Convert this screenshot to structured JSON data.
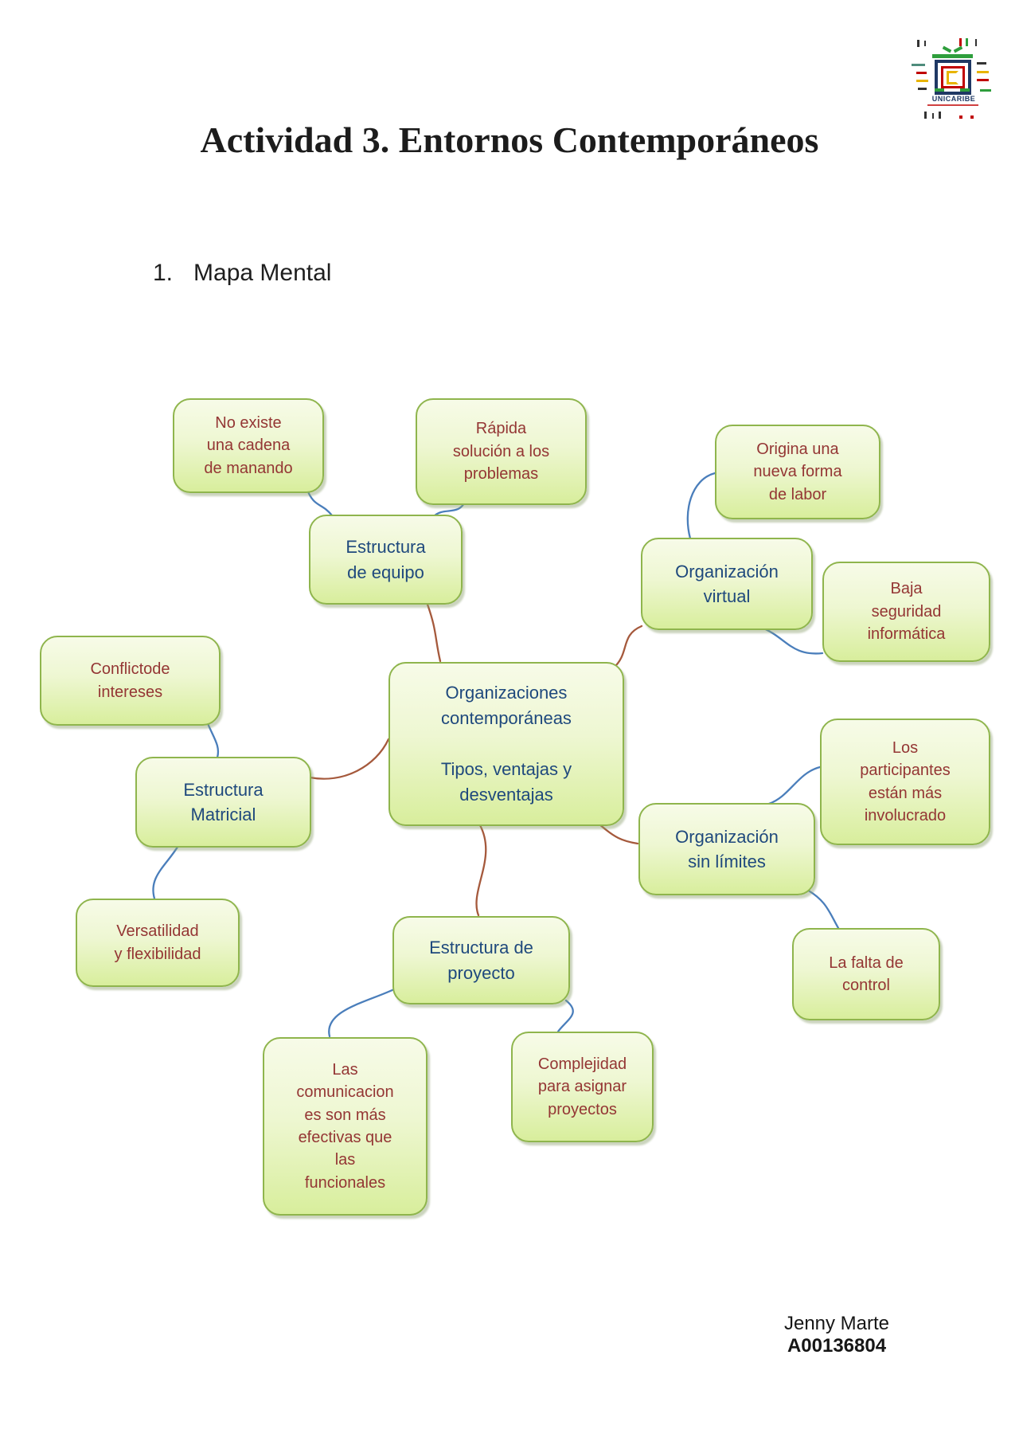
{
  "page": {
    "title": "Actividad 3. Entornos Contemporáneos",
    "section_label": "1.",
    "section_title": "Mapa Mental",
    "footer": {
      "name": "Jenny Marte",
      "student_id": "A00136804"
    }
  },
  "logo": {
    "wordmark": "UNICARIBE"
  },
  "colors": {
    "node_border": "#8fb54d",
    "node_fill_top": "#f7fbe8",
    "node_fill_bottom": "#d8ee9c",
    "leaf_text": "#943634",
    "branch_text": "#1f497d",
    "connector_blue": "#4a7ebb",
    "connector_brown": "#a5593c",
    "logo_navy": "#1f3864",
    "logo_red": "#c00000",
    "logo_yellow": "#e8b400",
    "logo_green": "#2e9e3c",
    "logo_teal": "#4e8c7c",
    "logo_dark": "#333333"
  },
  "mindmap": {
    "nodes": [
      {
        "id": "organizaciones-contemporaneas",
        "role": "center",
        "text": "Organizaciones\ncontemporáneas\n\nTipos, ventajas y\ndesventajas"
      },
      {
        "id": "estructura-de-equipo",
        "role": "branch",
        "text": "Estructura\nde equipo"
      },
      {
        "id": "organizacion-virtual",
        "role": "branch",
        "text": "Organización\nvirtual"
      },
      {
        "id": "estructura-matricial",
        "role": "branch",
        "text": "Estructura\nMatricial"
      },
      {
        "id": "organizacion-sin-limites",
        "role": "branch",
        "text": "Organización\nsin límites"
      },
      {
        "id": "estructura-de-proyecto",
        "role": "branch",
        "text": "Estructura de\nproyecto"
      },
      {
        "id": "no-existe-cadena",
        "role": "leaf",
        "text": "No existe\nuna cadena\nde manando"
      },
      {
        "id": "rapida-solucion",
        "role": "leaf",
        "text": "Rápida\nsolución a los\nproblemas"
      },
      {
        "id": "origina-nueva-forma",
        "role": "leaf",
        "text": "Origina una\nnueva forma\nde labor"
      },
      {
        "id": "baja-seguridad",
        "role": "leaf",
        "text": "Baja\nseguridad\ninformática"
      },
      {
        "id": "conflicto-intereses",
        "role": "leaf",
        "text": "Conflictode\nintereses"
      },
      {
        "id": "participantes-involucrados",
        "role": "leaf",
        "text": "Los\nparticipantes\nestán más\ninvolucrado"
      },
      {
        "id": "versatilidad-flexibilidad",
        "role": "leaf",
        "text": "Versatilidad\ny flexibilidad"
      },
      {
        "id": "falta-de-control",
        "role": "leaf",
        "text": "La falta de\ncontrol"
      },
      {
        "id": "comunicaciones-efectivas",
        "role": "leaf",
        "text": "Las\ncomunicacion\nes son más\nefectivas que\nlas\nfuncionales"
      },
      {
        "id": "complejidad-proyectos",
        "role": "leaf",
        "text": "Complejidad\npara asignar\nproyectos"
      }
    ]
  }
}
